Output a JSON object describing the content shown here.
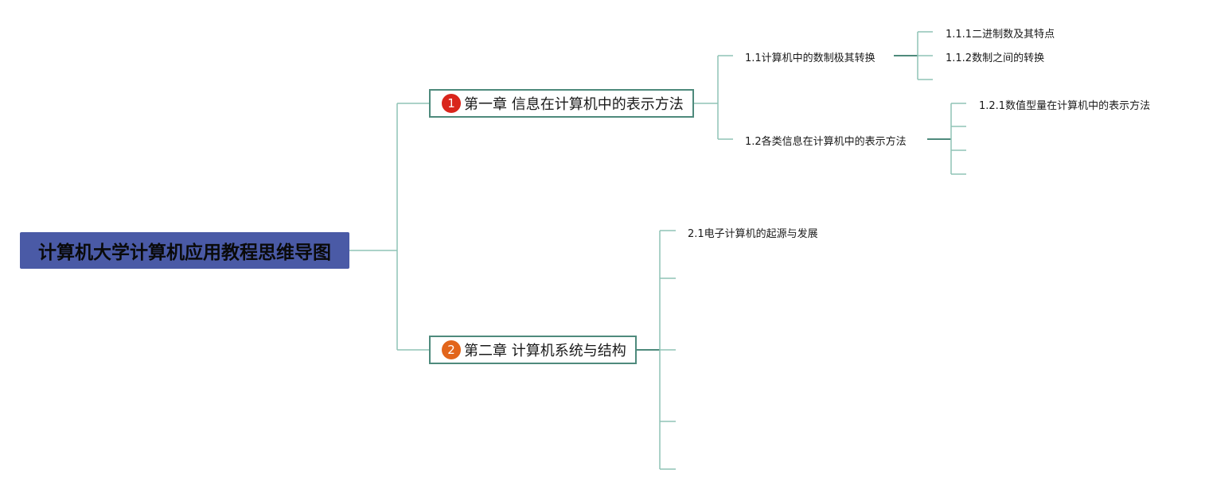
{
  "root": {
    "title": "计算机大学计算机应用教程思维导图"
  },
  "chapters": [
    {
      "badge": "1",
      "badge_color": "#d9251c",
      "title": "第一章 信息在计算机中的表示方法",
      "sections": [
        {
          "title": "1.1计算机中的数制极其转换",
          "subs": [
            "1.1.1二进制数及其特点",
            "1.1.2数制之间的转换",
            ""
          ]
        },
        {
          "title": "1.2各类信息在计算机中的表示方法",
          "subs": [
            "1.2.1数值型量在计算机中的表示方法",
            "",
            "",
            ""
          ]
        }
      ]
    },
    {
      "badge": "2",
      "badge_color": "#e2651b",
      "title": "第二章 计算机系统与结构",
      "sections": [
        {
          "title": "2.1电子计算机的起源与发展",
          "subs": []
        },
        {
          "title": "",
          "subs": []
        },
        {
          "title": "",
          "subs": []
        },
        {
          "title": "",
          "subs": []
        },
        {
          "title": "",
          "subs": []
        }
      ]
    }
  ],
  "colors": {
    "connector": "#8fc3b5",
    "connector_dark": "#4e8a7c",
    "root_fill": "#4a5aa6"
  }
}
